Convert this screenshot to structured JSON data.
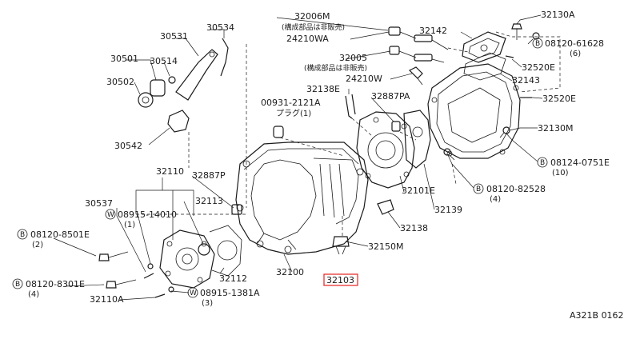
{
  "labels": {
    "l32006M": "32006M",
    "l32006M_note": "(構成部品は非販売)",
    "l24210WA": "24210WA",
    "l32142": "32142",
    "l32130A": "32130A",
    "l08120_61628": "08120-61628",
    "l08120_61628_qty": "(6)",
    "l30531": "30531",
    "l30534": "30534",
    "l30501": "30501",
    "l30514": "30514",
    "l30502": "30502",
    "l30542": "30542",
    "l32005": "32005",
    "l32005_note": "(構成部品は非販売)",
    "l24210W": "24210W",
    "l32520E_a": "32520E",
    "l32143": "32143",
    "l32138E": "32138E",
    "l00931": "00931-2121A",
    "l00931_note": "プラグ(1)",
    "l32887PA": "32887PA",
    "l32520E_b": "32520E",
    "l32130M": "32130M",
    "l08124_0751E": "08124-0751E",
    "l08124_0751E_qty": "(10)",
    "l32110": "32110",
    "l32887P": "32887P",
    "l32101E": "32101E",
    "l08120_82528": "08120-82528",
    "l08120_82528_qty": "(4)",
    "l30537": "30537",
    "l08915_14010": "08915-14010",
    "l08915_14010_qty": "(1)",
    "l32113": "32113",
    "l32139": "32139",
    "l08120_8501E": "08120-8501E",
    "l08120_8501E_qty": "(2)",
    "l32138": "32138",
    "l32150M": "32150M",
    "l32100": "32100",
    "l32112": "32112",
    "l32103": "32103",
    "l08120_8301E": "08120-8301E",
    "l08120_8301E_qty": "(4)",
    "l32110A": "32110A",
    "l08915_1381A": "08915-1381A",
    "l08915_1381A_qty": "(3)",
    "ref_code": "A321B 0162"
  },
  "markers": {
    "bolt_b": "B",
    "washer_w": "W"
  },
  "highlight_color": "#e8322f"
}
